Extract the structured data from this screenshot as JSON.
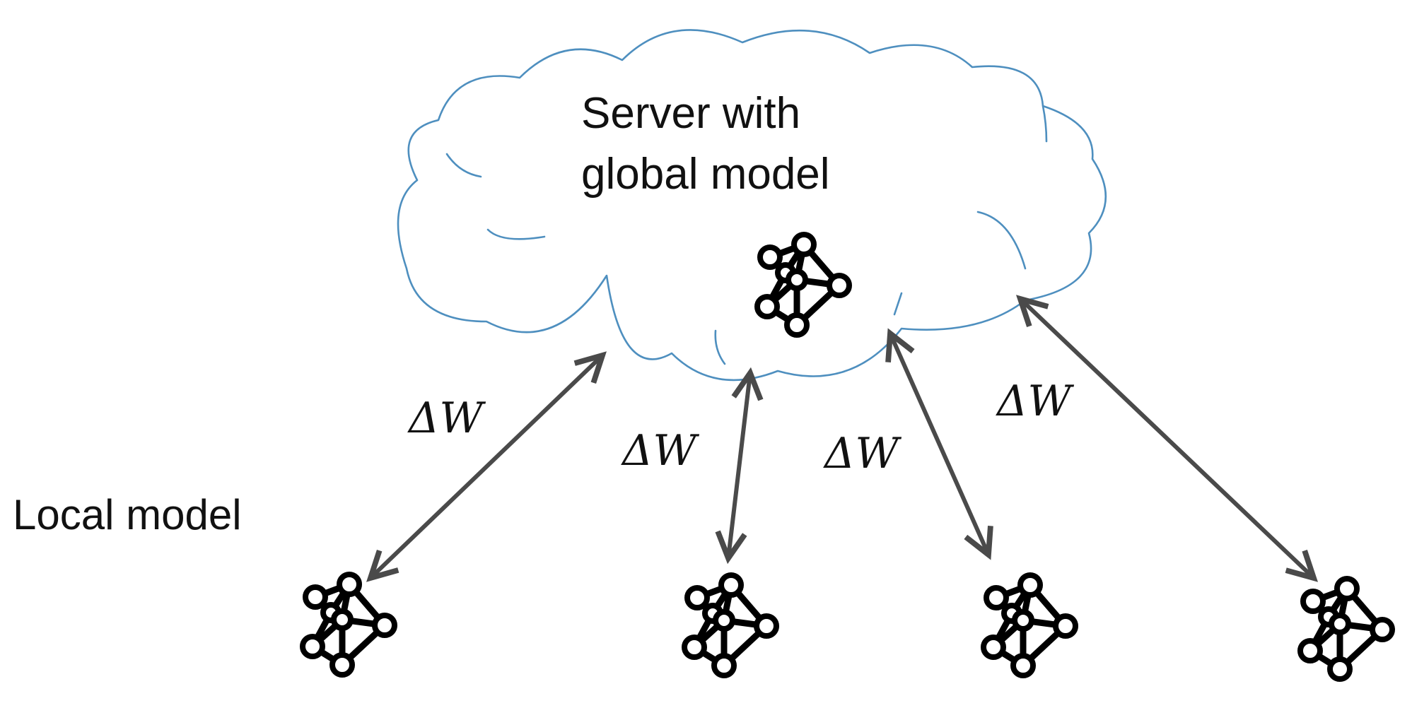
{
  "server_label": {
    "line1": "Server with",
    "line2": "global model"
  },
  "local_label": "Local model",
  "update_labels": [
    "ΔW",
    "ΔW",
    "ΔW",
    "ΔW"
  ],
  "colors": {
    "cloud_stroke": "#4e8fbf",
    "arrow": "#4a4a4a",
    "text": "#111111",
    "node": "#000000"
  },
  "icons": {
    "server_model": "neural-network-icon",
    "client_model": "neural-network-icon"
  }
}
